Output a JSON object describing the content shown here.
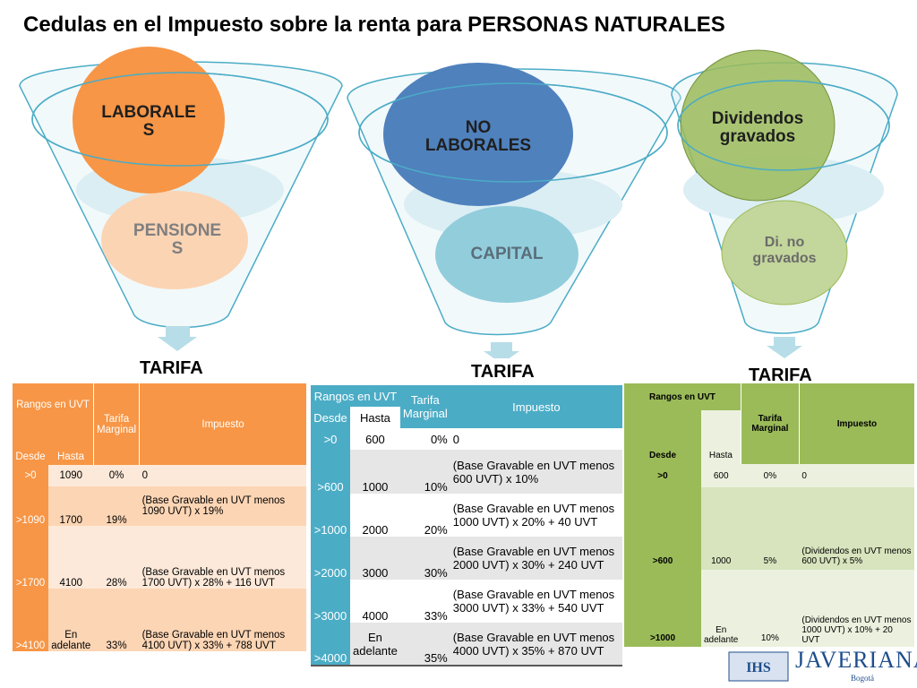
{
  "title": "Cedulas en el Impuesto sobre la renta para PERSONAS NATURALES",
  "funnels": [
    {
      "top_label": "LABORALES",
      "bottom_label": "PENSIONES",
      "tarifa": "TARIFA",
      "top_color": "#f79646",
      "bottom_color": "#fbd4b4"
    },
    {
      "top_label": "NO LABORALES",
      "bottom_label": "CAPITAL",
      "tarifa": "TARIFA",
      "top_color": "#4f81bd",
      "bottom_color": "#92cddc"
    },
    {
      "top_label": "Dividendos gravados",
      "bottom_label": "Di. no gravados",
      "tarifa": "TARIFA",
      "top_color": "#9bbb59",
      "bottom_color": "#c3d69b"
    }
  ],
  "labels": {
    "laborales_1": "LABORALE",
    "laborales_2": "S",
    "pensiones_1": "PENSIONE",
    "pensiones_2": "S",
    "nolab_1": "NO",
    "nolab_2": "LABORALES",
    "capital": "CAPITAL",
    "div_1": "Dividendos",
    "div_2": "gravados",
    "dinog_1": "Di. no",
    "dinog_2": "gravados"
  },
  "table1": {
    "h_rangos": "Rangos en UVT",
    "h_tarifa": "Tarifa Marginal",
    "h_impuesto": "Impuesto",
    "h_desde": "Desde",
    "h_hasta": "Hasta",
    "rows": [
      {
        "desde": ">0",
        "hasta": "1090",
        "tarifa": "0%",
        "impuesto": "0"
      },
      {
        "desde": ">1090",
        "hasta": "1700",
        "tarifa": "19%",
        "impuesto": "(Base Gravable en UVT menos 1090 UVT) x 19%"
      },
      {
        "desde": ">1700",
        "hasta": "4100",
        "tarifa": "28%",
        "impuesto": "(Base Gravable en UVT menos 1700 UVT) x 28% + 116 UVT"
      },
      {
        "desde": ">4100",
        "hasta": "En adelante",
        "tarifa": "33%",
        "impuesto": "(Base Gravable en UVT menos 4100 UVT) x 33% + 788 UVT"
      }
    ]
  },
  "table2": {
    "h_rangos": "Rangos en UVT",
    "h_tarifa": "Tarifa Marginal",
    "h_impuesto": "Impuesto",
    "h_desde": "Desde",
    "h_hasta": "Hasta",
    "rows": [
      {
        "desde": ">0",
        "hasta": "600",
        "tarifa": "0%",
        "impuesto": "0"
      },
      {
        "desde": ">600",
        "hasta": "1000",
        "tarifa": "10%",
        "impuesto": "(Base Gravable en UVT menos 600 UVT) x 10%"
      },
      {
        "desde": ">1000",
        "hasta": "2000",
        "tarifa": "20%",
        "impuesto": "(Base Gravable en UVT menos 1000 UVT) x 20% + 40 UVT"
      },
      {
        "desde": ">2000",
        "hasta": "3000",
        "tarifa": "30%",
        "impuesto": "(Base Gravable en UVT menos 2000 UVT) x 30% + 240 UVT"
      },
      {
        "desde": ">3000",
        "hasta": "4000",
        "tarifa": "33%",
        "impuesto": "(Base Gravable en UVT menos 3000 UVT) x 33% + 540 UVT"
      },
      {
        "desde": ">4000",
        "hasta": "En adelante",
        "tarifa": "35%",
        "impuesto": "(Base Gravable en UVT menos 4000 UVT) x 35% + 870 UVT"
      }
    ]
  },
  "table3": {
    "h_rangos": "Rangos en UVT",
    "h_tarifa": "Tarifa Marginal",
    "h_impuesto": "Impuesto",
    "h_desde": "Desde",
    "h_hasta": "Hasta",
    "rows": [
      {
        "desde": ">0",
        "hasta": "600",
        "tarifa": "0%",
        "impuesto": "0"
      },
      {
        "desde": ">600",
        "hasta": "1000",
        "tarifa": "5%",
        "impuesto": "(Dividendos en UVT menos 600 UVT) x 5%"
      },
      {
        "desde": ">1000",
        "hasta": "En adelante",
        "tarifa": "10%",
        "impuesto": "(Dividendos en UVT menos 1000 UVT) x 10% + 20 UVT"
      }
    ]
  },
  "logo": {
    "name": "JAVERIANA",
    "city": "Bogotá",
    "seal": "IHS"
  }
}
